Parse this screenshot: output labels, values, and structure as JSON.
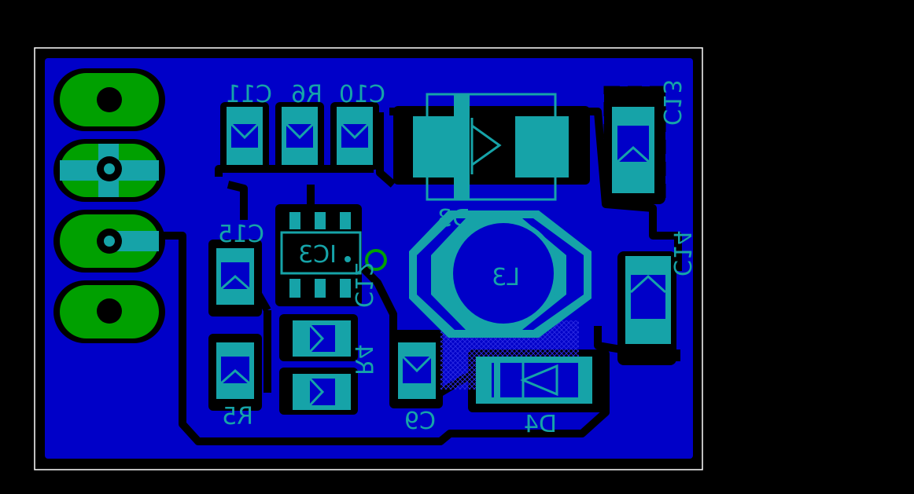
{
  "colors": {
    "background": "#000000",
    "outline": "#ffffff",
    "pour": "#0000c8",
    "clearance": "#000000",
    "pad": "#16a3a8",
    "silk": "#16a3a8",
    "through_hole": "#00a000",
    "via_ring": "#00a000"
  },
  "labels": {
    "c11": "C11",
    "r6": "R6",
    "c10": "C10",
    "d3": "D3",
    "c13": "C13",
    "c15": "C15",
    "ic3": "IC3",
    "l3": "L3",
    "c14": "C14",
    "c12": "C12",
    "r4": "R4",
    "c9": "C9",
    "d4": "D4",
    "r5": "R5"
  }
}
